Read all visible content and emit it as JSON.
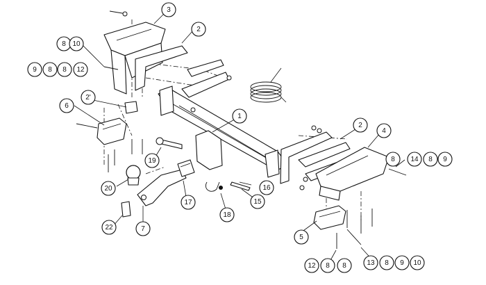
{
  "diagram": {
    "callouts": [
      "1",
      "2",
      "2",
      "2'",
      "3",
      "4",
      "5",
      "6",
      "7",
      "8",
      "8",
      "8",
      "8",
      "8",
      "8",
      "8",
      "8",
      "9",
      "9",
      "9",
      "10",
      "10",
      "12",
      "12",
      "13",
      "14",
      "15",
      "16",
      "17",
      "18",
      "19",
      "20",
      "22"
    ]
  }
}
